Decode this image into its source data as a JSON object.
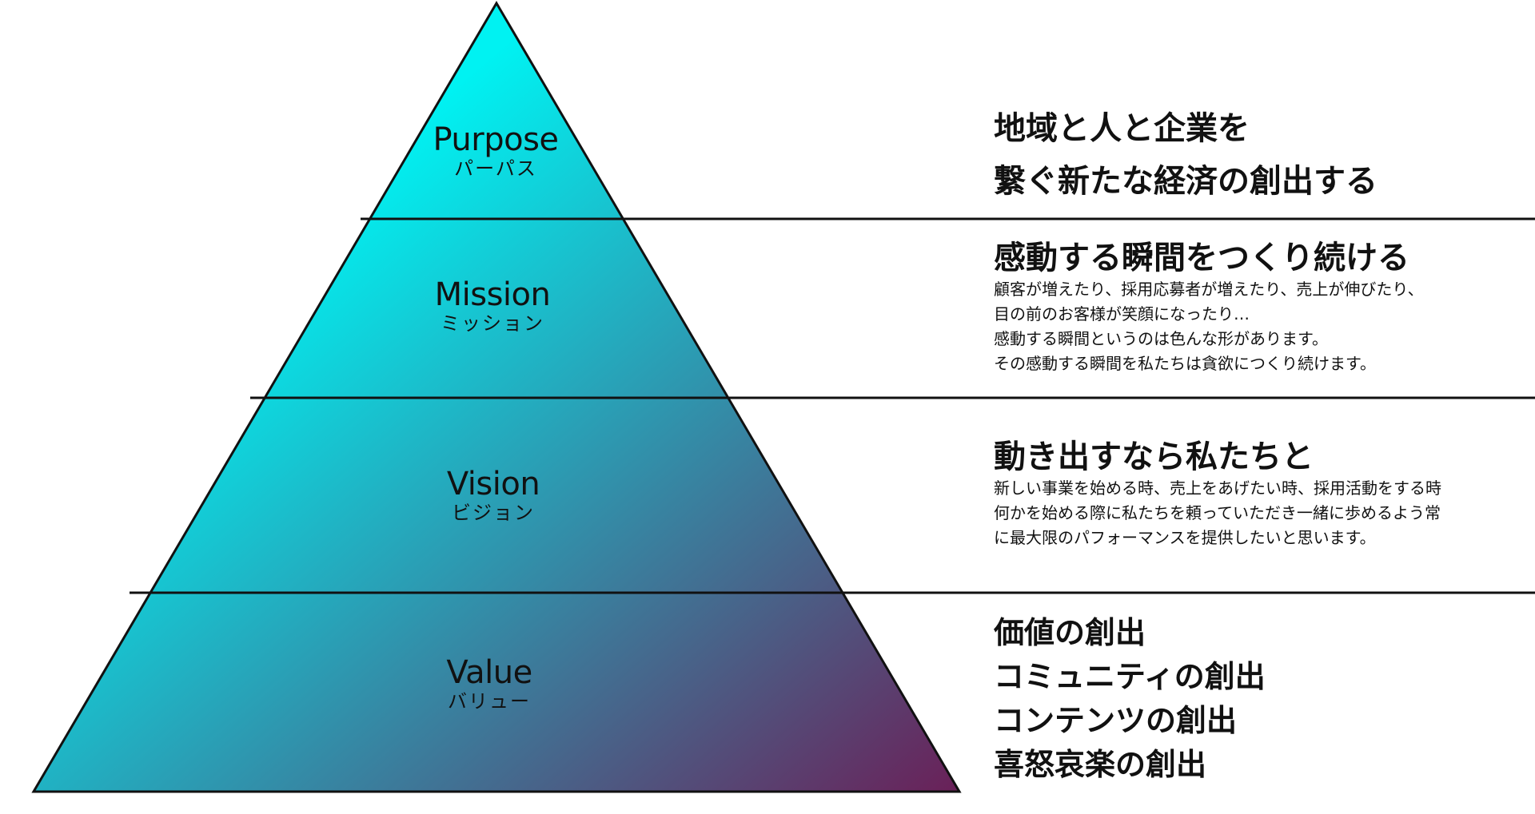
{
  "colors": {
    "gradient_start": "#00f2f2",
    "gradient_end": "#6a2058",
    "line": "#111111"
  },
  "tiers": [
    {
      "en": "Purpose",
      "ja": "パーパス"
    },
    {
      "en": "Mission",
      "ja": "ミッション"
    },
    {
      "en": "Vision",
      "ja": "ビジョン"
    },
    {
      "en": "Value",
      "ja": "バリュー"
    }
  ],
  "purpose": {
    "headline": [
      "地域と人と企業を",
      "繋ぐ新たな経済の創出する"
    ]
  },
  "mission": {
    "headline": "感動する瞬間をつくり続ける",
    "body": [
      "顧客が増えたり、採用応募者が増えたり、売上が伸びたり、",
      "目の前のお客様が笑顔になったり…",
      "感動する瞬間というのは色んな形があります。",
      "その感動する瞬間を私たちは貪欲につくり続けます。"
    ]
  },
  "vision": {
    "headline": "動き出すなら私たちと",
    "body": [
      "新しい事業を始める時、売上をあげたい時、採用活動をする時",
      "何かを始める際に私たちを頼っていただき一緒に歩めるよう常",
      "に最大限のパフォーマンスを提供したいと思います。"
    ]
  },
  "value": {
    "items": [
      "価値の創出",
      "コミュニティの創出",
      "コンテンツの創出",
      "喜怒哀楽の創出"
    ]
  }
}
